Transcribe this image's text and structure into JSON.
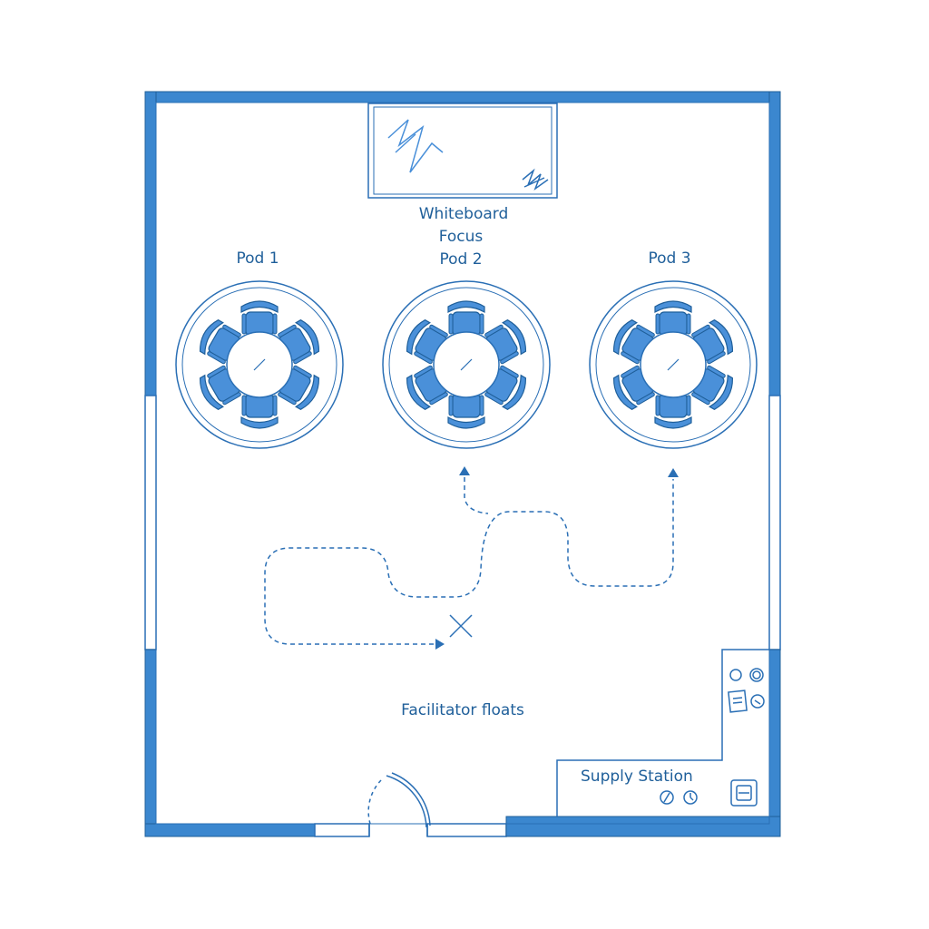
{
  "labels": {
    "whiteboard": "Whiteboard",
    "focus": "Focus",
    "pod1": "Pod 1",
    "pod2": "Pod 2",
    "pod3": "Pod 3",
    "facilitator": "Facilitator floats",
    "supply_station": "Supply Station"
  },
  "colors": {
    "wall": "#3b87cf",
    "line": "#2a6fb5",
    "chair": "#4a90d9",
    "chair_stroke": "#1f5f9a",
    "text": "#1f5f9a"
  },
  "icons": [
    "whiteboard-scribble-icon",
    "chair-icon",
    "arrow-icon",
    "x-mark-icon",
    "supply-icons"
  ]
}
